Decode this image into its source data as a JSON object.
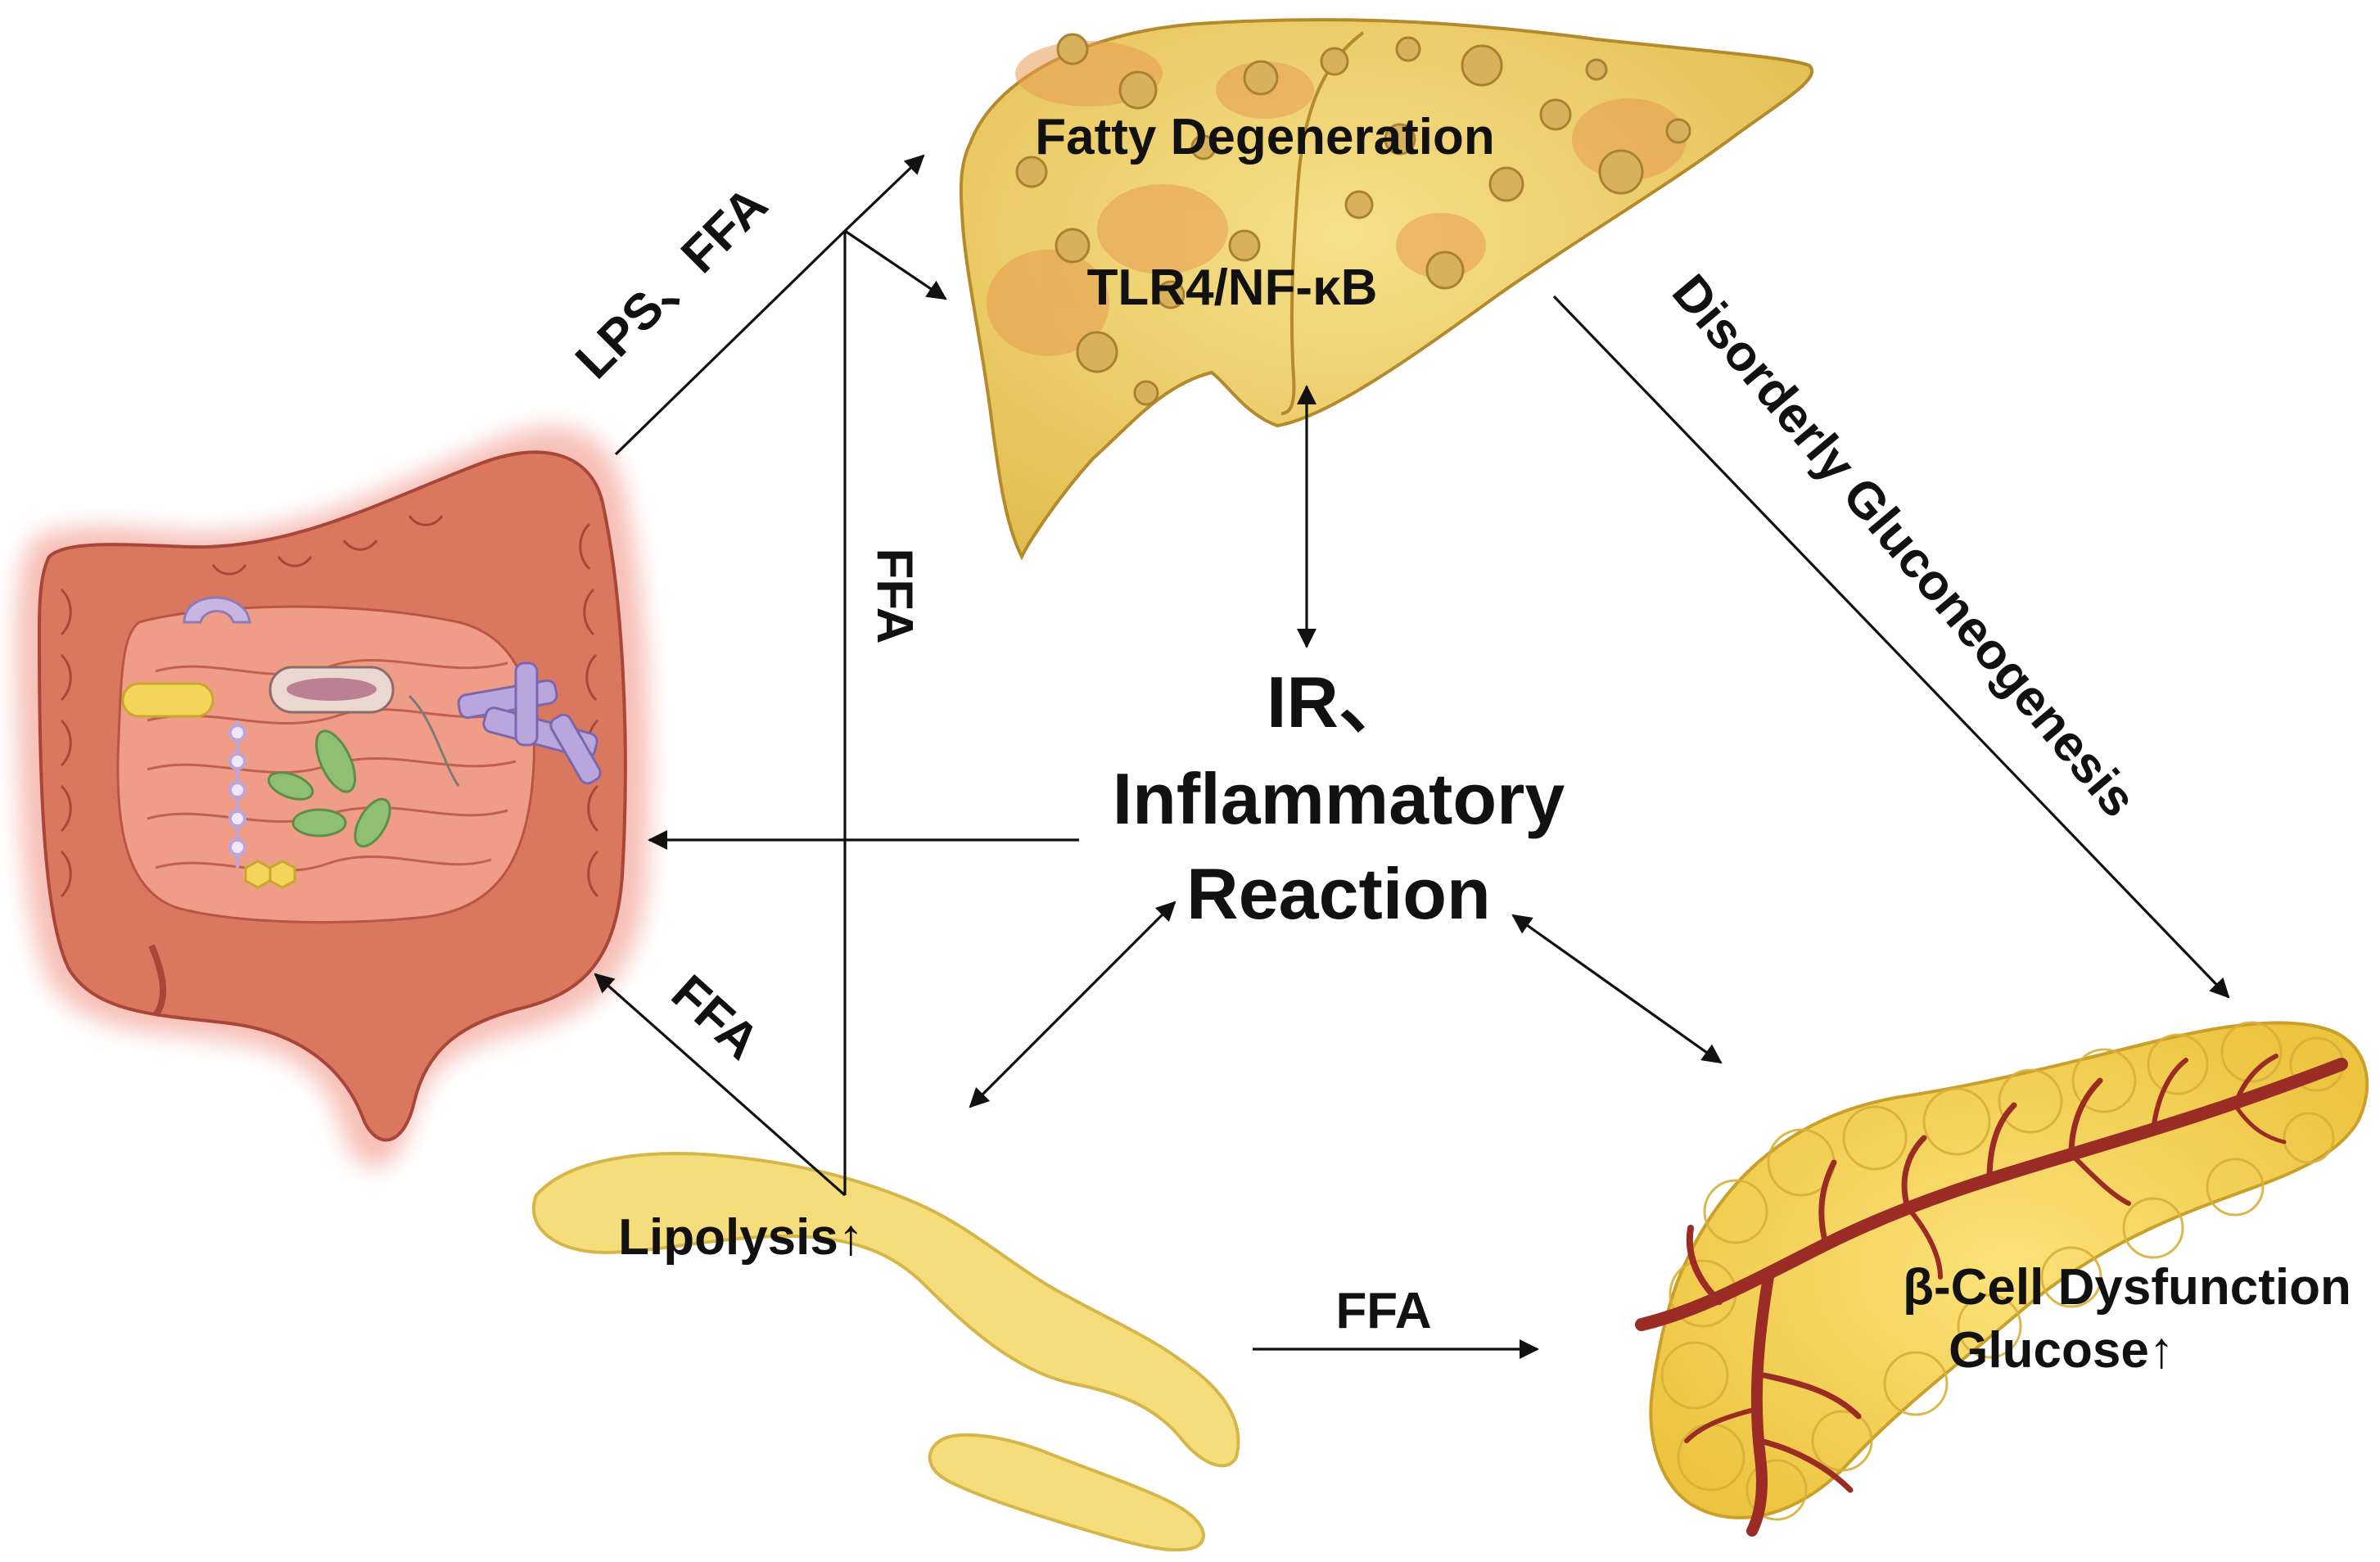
{
  "labels": {
    "fatty_degeneration": "Fatty Degeneration",
    "tlr4": "TLR4/NF-κB",
    "lps_ffa": "LPS、FFA",
    "ffa_vertical": "FFA",
    "disorderly_gluconeogenesis": "Disorderly Gluconeogenesis",
    "center_line1": "IR、",
    "center_line2": "Inflammatory",
    "center_line3": "Reaction",
    "ffa_left": "FFA",
    "lipolysis": "Lipolysis↑",
    "ffa_bottom": "FFA",
    "beta_cell": "β-Cell Dysfunction",
    "glucose": "Glucose↑"
  },
  "organs": {
    "liver": "liver",
    "intestine": "intestine",
    "adipose_tissue": "adipose-tissue",
    "pancreas": "pancreas"
  },
  "colors": {
    "liver_fill": "#f0d46a",
    "liver_patch": "#e79a52",
    "intestine_fill": "#d9775f",
    "intestine_glow": "#f7c0b8",
    "adipose_fill": "#f6dd7c",
    "pancreas_fill": "#f7d65a",
    "vessel": "#9b2b25",
    "arrow": "#111111"
  }
}
